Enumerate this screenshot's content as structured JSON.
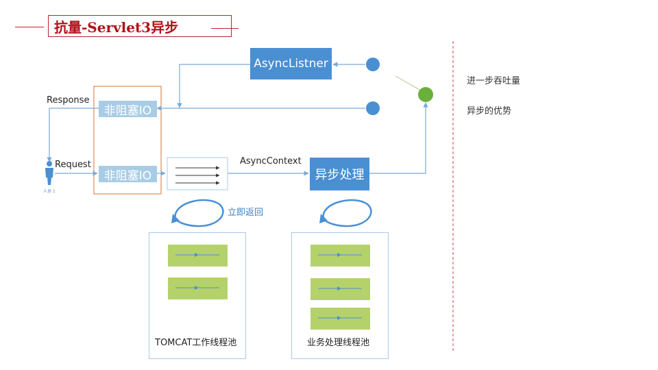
{
  "title": "抗量-Servlet3异步",
  "labels": {
    "response": "Response",
    "request": "Request",
    "async_context": "AsyncContext",
    "return_immediately": "立即返回",
    "person_caption": "人员 1"
  },
  "boxes": {
    "nio_top": "非阻塞IO",
    "nio_bottom": "非阻塞IO",
    "async_listener": "AsyncListner",
    "async_process": "异步处理"
  },
  "pools": {
    "tomcat": {
      "label": "TOMCAT工作线程池",
      "threads": 2
    },
    "business": {
      "label": "业务处理线程池",
      "threads": 3
    }
  },
  "side_notes": [
    "进一步吞吐量",
    "异步的优势"
  ],
  "colors": {
    "accent_blue": "#4a8fd2",
    "light_blue": "#a8cce6",
    "arrow": "#7aa9d6",
    "title_red": "#c0202a",
    "green_node": "#6ab03c",
    "green_bar": "#b5d26a",
    "container_orange": "#d98a5a",
    "divider_red": "#d04040"
  }
}
